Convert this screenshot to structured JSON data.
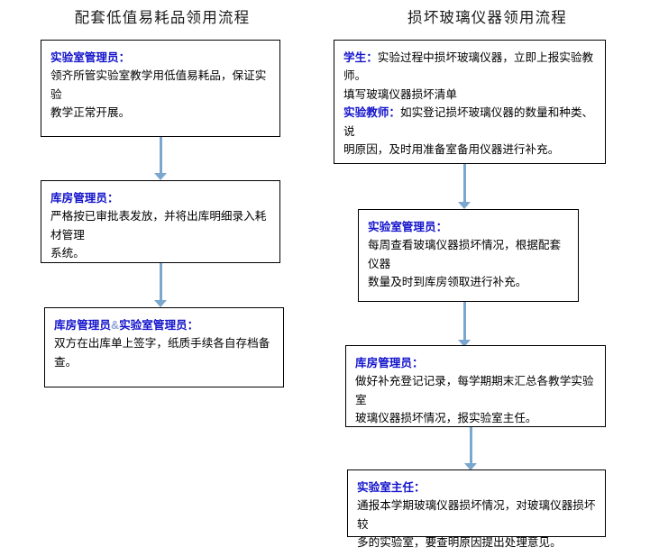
{
  "meta": {
    "accent_arrow_color": "#7ba7cf",
    "role_label_color": "#1414cc",
    "box_border_color": "#000000",
    "page_background": "#ffffff"
  },
  "columns": [
    {
      "id": "low-value-consumables",
      "title": "配套低值易耗品领用流程",
      "steps": [
        {
          "id": "lab-manager-request",
          "role": "实验室管理员：",
          "lines": [
            "领齐所管实验室教学用低值易耗品，保证实验",
            "教学正常开展。"
          ]
        },
        {
          "id": "warehouse-manager-issue",
          "role": "库房管理员：",
          "lines": [
            "严格按已审批表发放，并将出库明细录入耗材管理",
            "系统。"
          ]
        },
        {
          "id": "both-sign-records",
          "role_parts": [
            {
              "text": "库房管理员",
              "style": "role"
            },
            {
              "text": "&",
              "style": "amp"
            },
            {
              "text": "实验室管理员：",
              "style": "role"
            }
          ],
          "lines": [
            "双方在出库单上签字，纸质手续各自存档备查。"
          ]
        }
      ]
    },
    {
      "id": "broken-glassware",
      "title": "损坏玻璃仪器领用流程",
      "steps": [
        {
          "id": "student-and-teacher-report",
          "inline_role": "学生：",
          "lines": [
            "实验过程中损坏玻璃仪器，立即上报实验教师。",
            "填写玻璃仪器损坏清单"
          ],
          "inline_role_2": "实验教师：",
          "lines_2": [
            "如实登记损坏玻璃仪器的数量和种类、说",
            "明原因，及时用准备室备用仪器进行补充。"
          ]
        },
        {
          "id": "lab-manager-weekly-check",
          "role": "实验室管理员：",
          "lines": [
            "每周查看玻璃仪器损坏情况，根据配套仪器",
            "数量及时到库房领取进行补充。"
          ]
        },
        {
          "id": "warehouse-manager-summary",
          "role": "库房管理员：",
          "lines": [
            "做好补充登记记录，每学期期末汇总各教学实验室",
            "玻璃仪器损坏情况，报实验室主任。"
          ]
        },
        {
          "id": "lab-director-review",
          "role": "实验室主任：",
          "lines": [
            "通报本学期玻璃仪器损坏情况，对玻璃仪器损坏较",
            "多的实验室，要查明原因提出处理意见。"
          ]
        }
      ]
    }
  ]
}
